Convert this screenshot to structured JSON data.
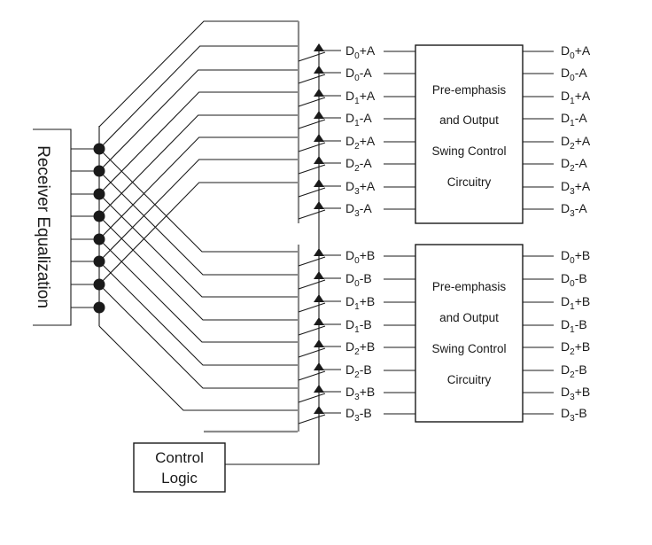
{
  "receiver": {
    "label": "Receiver Equalization",
    "inputs": 8
  },
  "control": {
    "line1": "Control",
    "line2": "Logic"
  },
  "groups": [
    {
      "id": "A",
      "block": [
        "Pre-emphasis",
        "and Output",
        "Swing Control",
        "Circuitry"
      ],
      "signals": [
        {
          "base": "D",
          "sub": "0",
          "suffix": "+A"
        },
        {
          "base": "D",
          "sub": "0",
          "suffix": "-A"
        },
        {
          "base": "D",
          "sub": "1",
          "suffix": "+A"
        },
        {
          "base": "D",
          "sub": "1",
          "suffix": "-A"
        },
        {
          "base": "D",
          "sub": "2",
          "suffix": "+A"
        },
        {
          "base": "D",
          "sub": "2",
          "suffix": "-A"
        },
        {
          "base": "D",
          "sub": "3",
          "suffix": "+A"
        },
        {
          "base": "D",
          "sub": "3",
          "suffix": "-A"
        }
      ]
    },
    {
      "id": "B",
      "block": [
        "Pre-emphasis",
        "and Output",
        "Swing Control",
        "Circuitry"
      ],
      "signals": [
        {
          "base": "D",
          "sub": "0",
          "suffix": "+B"
        },
        {
          "base": "D",
          "sub": "0",
          "suffix": "-B"
        },
        {
          "base": "D",
          "sub": "1",
          "suffix": "+B"
        },
        {
          "base": "D",
          "sub": "1",
          "suffix": "-B"
        },
        {
          "base": "D",
          "sub": "2",
          "suffix": "+B"
        },
        {
          "base": "D",
          "sub": "2",
          "suffix": "-B"
        },
        {
          "base": "D",
          "sub": "3",
          "suffix": "+B"
        },
        {
          "base": "D",
          "sub": "3",
          "suffix": "-B"
        }
      ]
    }
  ],
  "colors": {
    "line": "#1a1a1a",
    "bus": "#8a8a8a",
    "background": "#ffffff"
  }
}
